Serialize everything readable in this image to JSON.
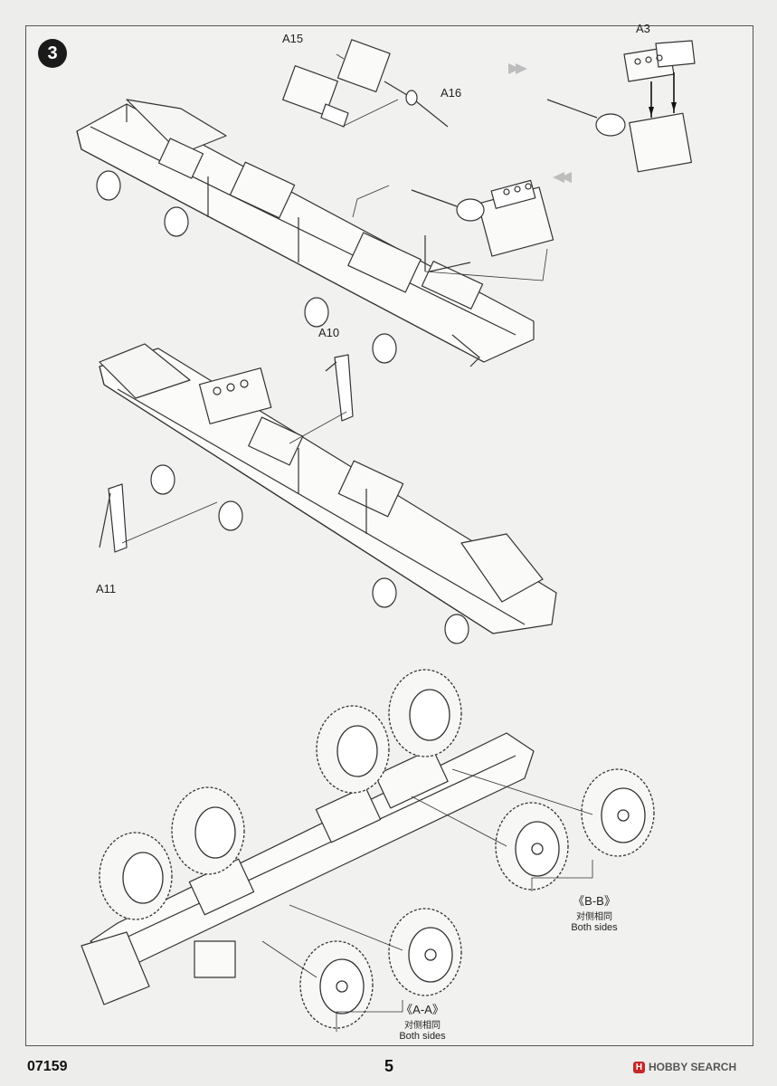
{
  "step": {
    "number": "3"
  },
  "parts": {
    "a15": "A15",
    "a16": "A16",
    "a3": "A3",
    "a10": "A10",
    "a11": "A11"
  },
  "callouts": {
    "bb": {
      "label": "《B-B》",
      "cn": "对侧相同",
      "en": "Both sides"
    },
    "aa": {
      "label": "《A-A》",
      "cn": "对侧相同",
      "en": "Both sides"
    }
  },
  "footer": {
    "code": "07159",
    "page": "5",
    "brand": "HOBBY SEARCH",
    "brand_icon": "hobbysearch-logo-icon"
  },
  "colors": {
    "ink": "#222222",
    "paper": "#f1f1ef",
    "brand_red": "#c62828"
  }
}
